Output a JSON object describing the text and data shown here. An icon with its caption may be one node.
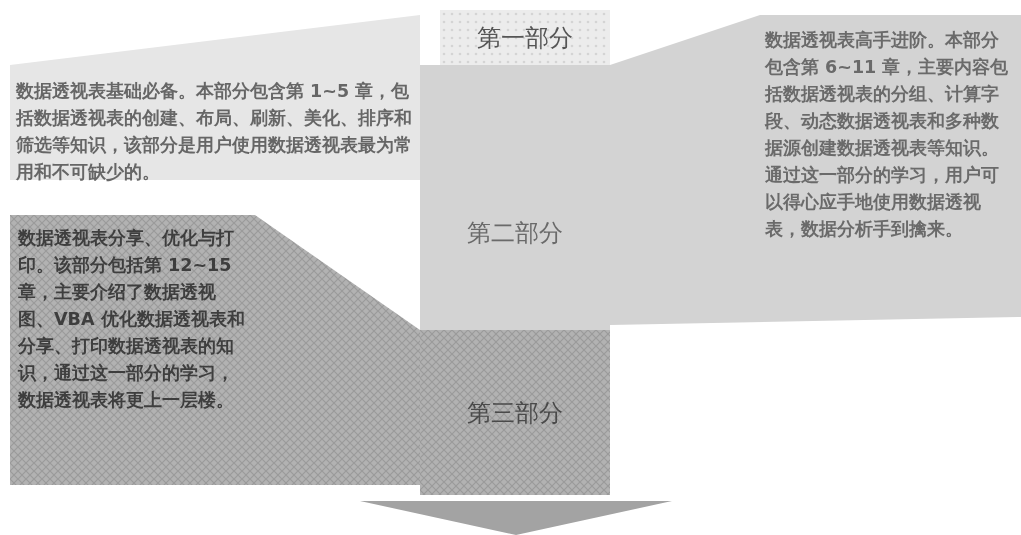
{
  "diagram": {
    "nodes": [
      {
        "text": [
          "第一部分"
        ]
      },
      {
        "text": [
          "数据透视表基础必备。本部分包含第 1~5 章，包括数据透视表的创建、布局、刷新、美化、排序和筛选等知识，该部分是用户使用数据透视表最为常用和不可缺少的。"
        ]
      },
      {
        "text": [
          "第二部分"
        ]
      },
      {
        "text": [
          "数据透视表高手进阶。本部分包含第 6~11 章，主要内容包括数据透视表的分组、计算字段、动态数据透视表和多种数据源创建数据透视表等知识。通过这一部分的学习，用户可以得心应手地使用数据透视表，数据分析手到擒来。"
        ]
      },
      {
        "text": [
          "第三部分"
        ]
      },
      {
        "text": [
          "数据透视表分享、优化与打印。该部分包括第 12~15 章，主要介绍了数据透视图、VBA 优化数据透视表和分享、打印数据透视表的知识，通过这一部分的学习，数据透视表将更上一层楼。"
        ]
      }
    ],
    "edges": []
  }
}
